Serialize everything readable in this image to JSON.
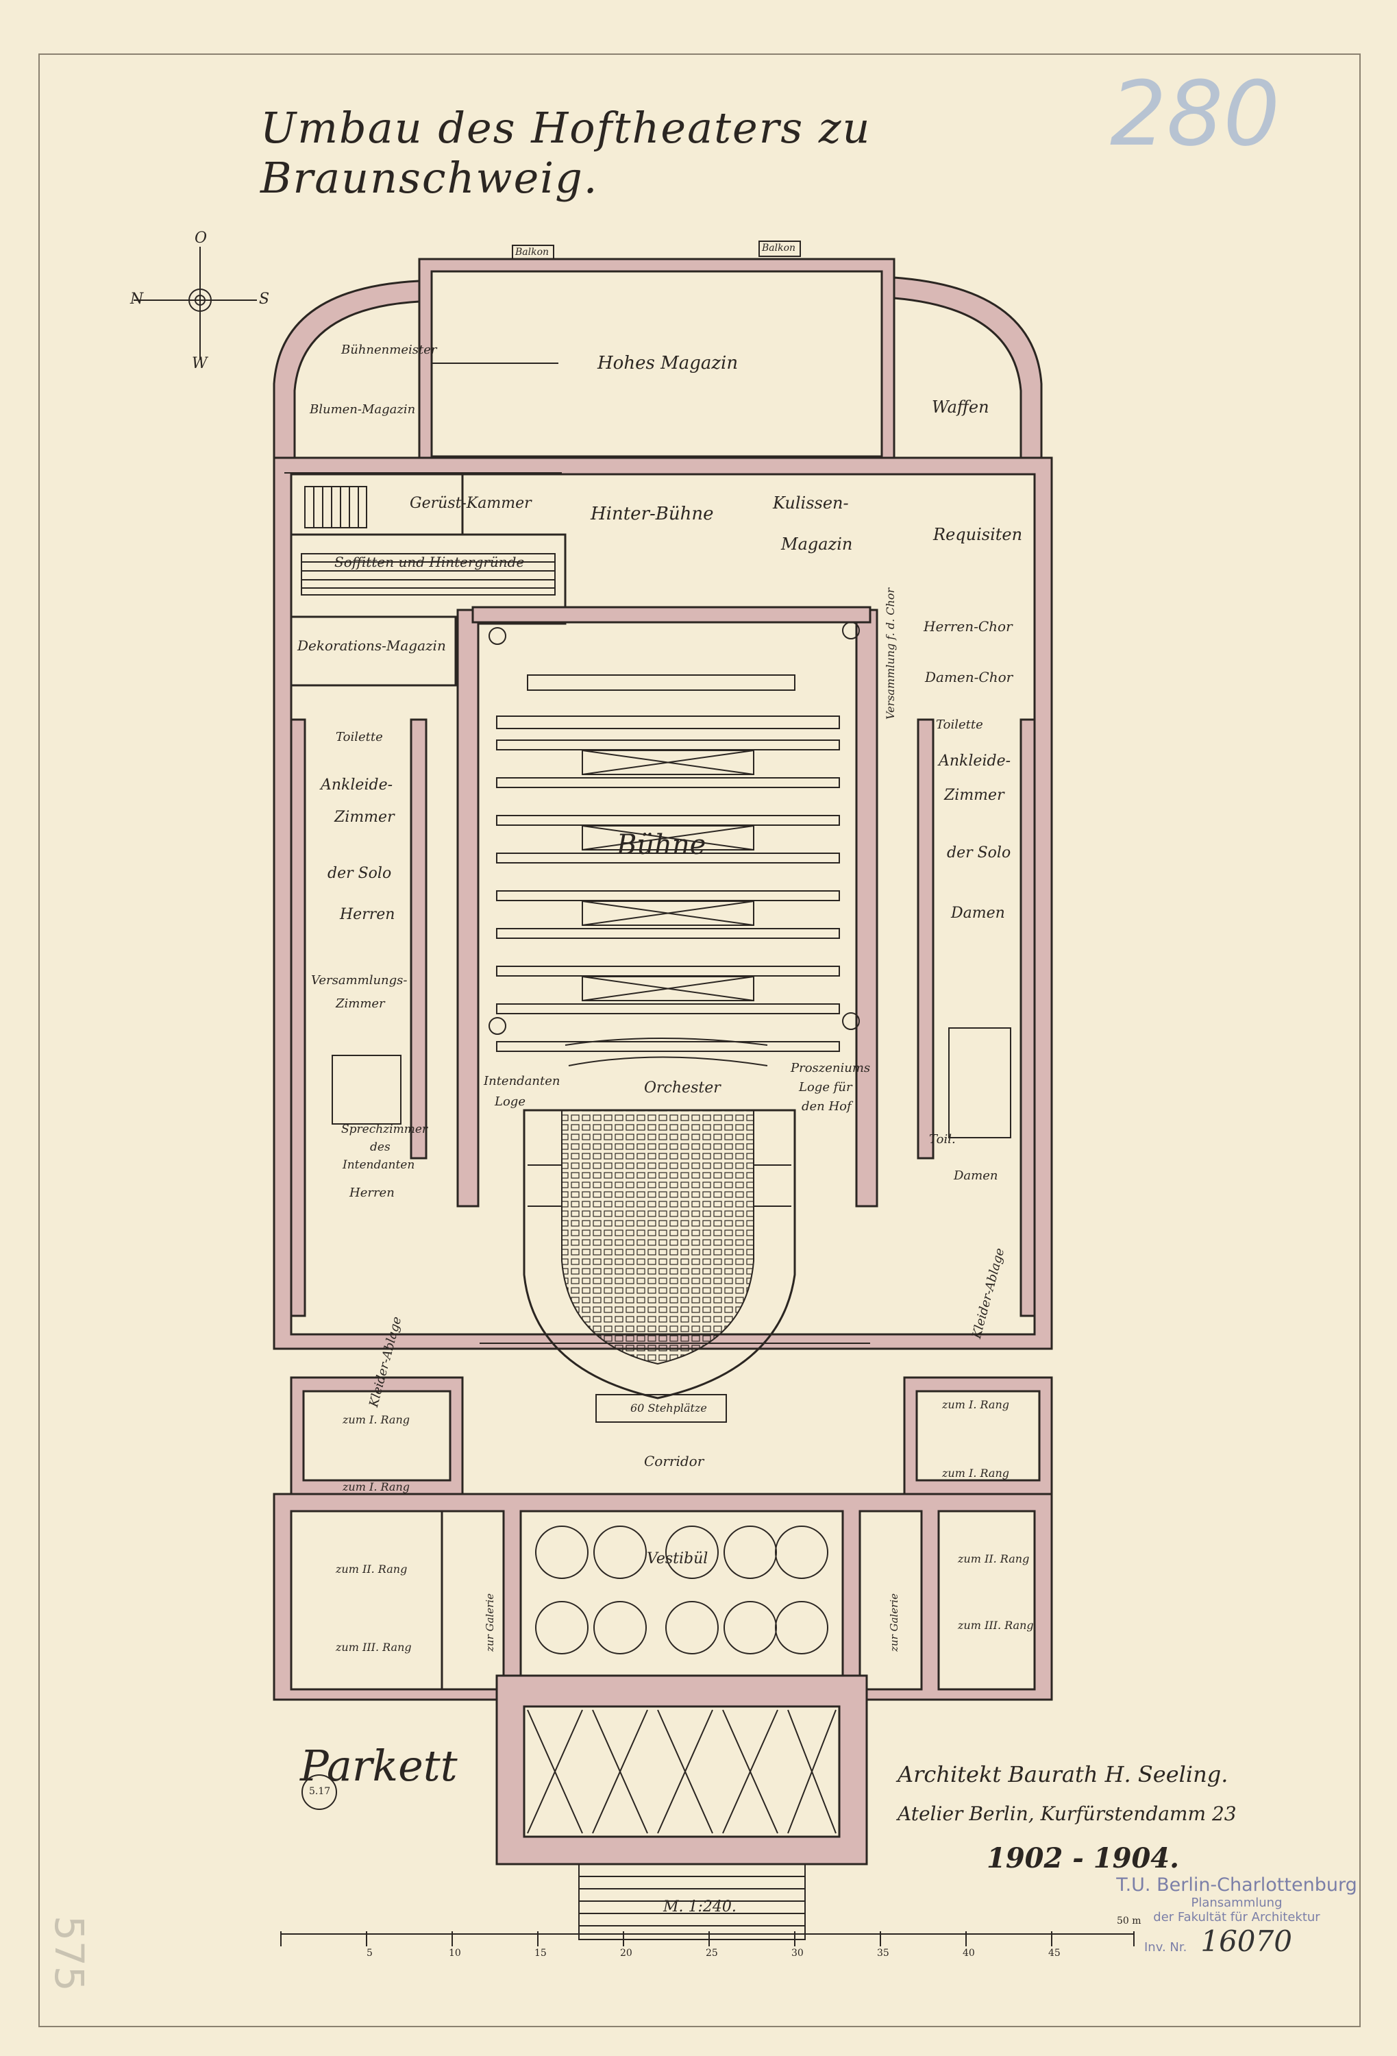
{
  "title": "Umbau des Hoftheaters zu Braunschweig.",
  "pencil_number": "280",
  "compass": {
    "north": "N",
    "south": "S",
    "east": "O",
    "west": "W"
  },
  "rooms": {
    "buehnenmeister": "Bühnenmeister",
    "blumen_magazin": "Blumen-Magazin",
    "hohes_magazin": "Hohes Magazin",
    "waffen": "Waffen",
    "geruest_kammer": "Gerüst-Kammer",
    "hinter_buehne": "Hinter-Bühne",
    "kulissen_magazin_1": "Kulissen-",
    "kulissen_magazin_2": "Magazin",
    "requisiten": "Requisiten",
    "soffitten": "Soffitten und Hintergründe",
    "dekorations_magazin": "Dekorations-Magazin",
    "versammlung_fuer_chor": "Versammlung f. d. Chor",
    "herren_chor": "Herren-Chor",
    "damen_chor": "Damen-Chor",
    "toilette_left": "Toilette",
    "toilette_right": "Toilette",
    "ankleide_left_1": "Ankleide-",
    "ankleide_left_2": "Zimmer",
    "solo_left_1": "der Solo",
    "solo_left_2": "Herren",
    "ankleide_right_1": "Ankleide-",
    "ankleide_right_2": "Zimmer",
    "solo_right_1": "der Solo",
    "solo_right_2": "Damen",
    "buehne": "Bühne",
    "versammlungs_1": "Versammlungs-",
    "versammlungs_2": "Zimmer",
    "intendanten_loge_1": "Intendanten",
    "intendanten_loge_2": "Loge",
    "orchester": "Orchester",
    "proszeniums_loge_1": "Proszeniums",
    "proszeniums_loge_2": "Loge für",
    "proszeniums_loge_3": "den Hof",
    "sprechzimmer_1": "Sprechzimmer",
    "sprechzimmer_2": "des",
    "sprechzimmer_3": "Intendanten",
    "herren": "Herren",
    "damen": "Damen",
    "toil": "Toil.",
    "kleider_ablage_left": "Kleider-Ablage",
    "kleider_ablage_right": "Kleider-Ablage",
    "stehplaetze": "60 Stehplätze",
    "corridor": "Corridor",
    "zum_rang_1": "zum I. Rang",
    "zum_rang_2": "zum I. Rang",
    "zum_rang_3": "zum I. Rang",
    "zum_rang_4": "zum I. Rang",
    "zum_rang_5": "zum II. Rang",
    "zum_rang_6": "zum III. Rang",
    "zum_rang_7": "zum II. Rang",
    "zum_rang_8": "zum III. Rang",
    "vestibuel": "Vestibül",
    "zur_galerie_left": "zur Galerie",
    "zur_galerie_right": "zur Galerie",
    "balkon_left": "Balkon",
    "balkon_right": "Balkon"
  },
  "floor_label": "Parkett",
  "sheet_mark": "5.17",
  "architect": "Architekt Baurath H. Seeling.",
  "atelier": "Atelier Berlin, Kurfürstendamm 23",
  "years": "1902 - 1904.",
  "scale_label": "M. 1:240.",
  "scale_ticks": [
    "5",
    "10",
    "15",
    "20",
    "25",
    "30",
    "35",
    "40",
    "45",
    "50 m"
  ],
  "stamp": {
    "line1": "T.U. Berlin-Charlottenburg",
    "line2": "Plansammlung",
    "line3": "der Fakultät für Architektur",
    "inv_label": "Inv. Nr.",
    "inv_number": "16070"
  },
  "margin_number": "575",
  "colors": {
    "paper": "#f5edd6",
    "wall": "#d9b8b5",
    "ink": "#2b2622",
    "stamp": "#7b7fa8",
    "pencil": "#b7c3d2"
  }
}
